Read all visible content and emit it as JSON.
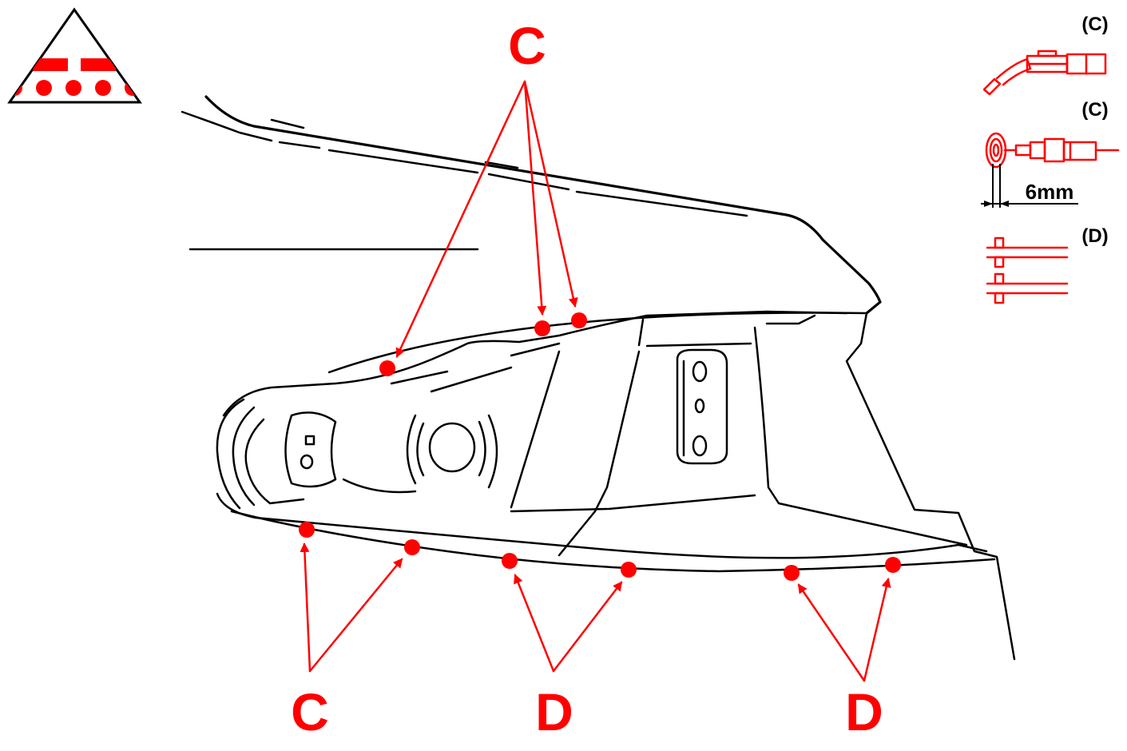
{
  "colors": {
    "accent": "#ff0000",
    "outline": "#000000",
    "background": "#ffffff"
  },
  "icons": {
    "warning": "triangle-weld-spot-icon",
    "weld_c_tool": "mig-welding-torch-icon",
    "weld_c_plug": "plug-weld-gun-icon",
    "weld_d_tool": "resistance-spot-weld-icon"
  },
  "callouts": {
    "top": "C",
    "bottom_left": "C",
    "bottom_middle": "D",
    "bottom_right": "D"
  },
  "legend": {
    "item1_label": "(C)",
    "item2_label": "(C)",
    "item2_dimension": "6mm",
    "item3_label": "(D)"
  }
}
